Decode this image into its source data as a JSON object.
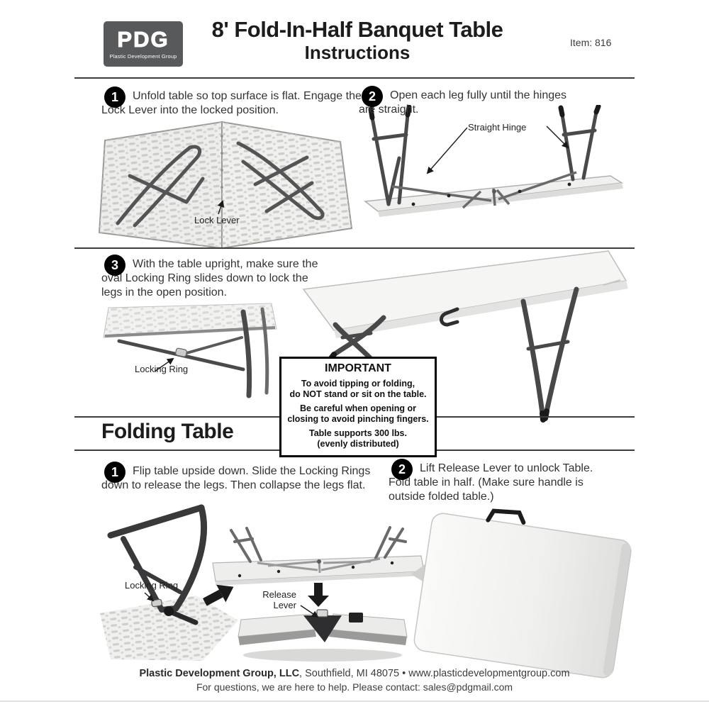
{
  "header": {
    "logo_acronym": "PDG",
    "logo_subtext": "Plastic Development Group",
    "title": "8' Fold-In-Half Banquet Table",
    "subtitle": "Instructions",
    "item_label": "Item: 816"
  },
  "setup_steps": {
    "step1_num": "1",
    "step1_text": "Unfold table so top surface is flat. Engage the Lock Lever into the locked position.",
    "step1_image_label": "Lock Lever",
    "step2_num": "2",
    "step2_text": "Open each leg fully until the hinges are straight.",
    "step2_image_label": "Straight Hinge",
    "step3_num": "3",
    "step3_text": "With the table upright, make sure the oval Locking Ring slides down to lock the legs in the open position.",
    "step3_image_label": "Locking Ring"
  },
  "important_box": {
    "title": "IMPORTANT",
    "lines": [
      "To avoid tipping or folding,",
      "do NOT stand or sit on the table.",
      "Be careful when opening or",
      "closing to avoid pinching fingers.",
      "Table supports 300 lbs.",
      "(evenly distributed)"
    ]
  },
  "folding_section": {
    "heading": "Folding Table",
    "step1_num": "1",
    "step1_text": "Flip table upside down. Slide the Locking Rings down to release the legs. Then collapse the legs flat.",
    "step1_image_label": "Locking Ring",
    "release_lever_label": "Release Lever",
    "step2_num": "2",
    "step2_text": "Lift Release Lever to unlock Table. Fold table in half. (Make sure handle is outside folded table.)"
  },
  "footer": {
    "line1_bold": "Plastic Development Group, LLC",
    "line1_rest": ",  Southfield, MI 48075  •  www.plasticdevelopmentgroup.com",
    "line2": "For questions, we are here to help. Please contact: sales@pdgmail.com"
  },
  "colors": {
    "logo_background": "#58595b",
    "text": "#2b2b2b",
    "rule": "#3d3d3d",
    "badge_background": "#000000"
  }
}
